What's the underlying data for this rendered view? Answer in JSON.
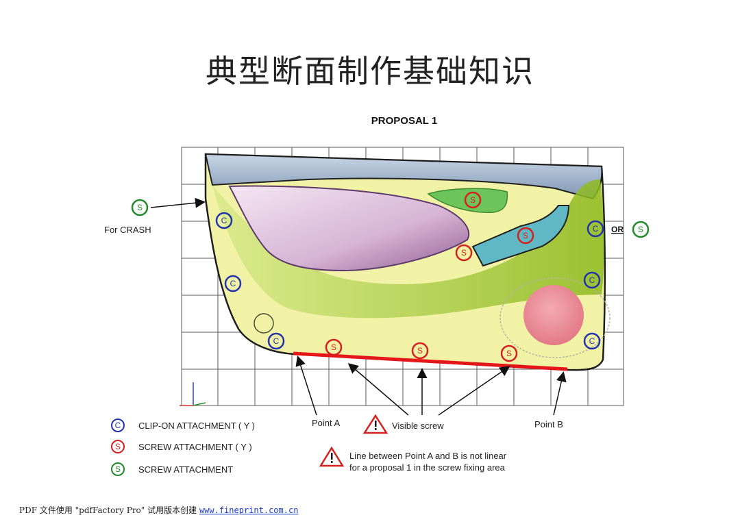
{
  "page": {
    "title": "典型断面制作基础知识",
    "proposal": "PROPOSAL 1"
  },
  "figure": {
    "for_crash": "For CRASH",
    "or_label": "OR",
    "point_a": "Point A",
    "point_b": "Point B",
    "visible_screw": "Visible screw",
    "marker_c": "C",
    "marker_s": "S",
    "colors": {
      "clip_on": "#2233aa",
      "screw_y": "#d62020",
      "screw": "#1f8a2a",
      "line_ab": "#e5161a"
    }
  },
  "legend": [
    {
      "letter": "C",
      "label": "CLIP-ON ATTACHMENT ( Y )",
      "color": "#2233aa"
    },
    {
      "letter": "S",
      "label": "SCREW ATTACHMENT ( Y )",
      "color": "#d62020"
    },
    {
      "letter": "S",
      "label": "SCREW ATTACHMENT",
      "color": "#1f8a2a"
    }
  ],
  "note": {
    "line1": "Line between Point A and B is not linear",
    "line2": "for a proposal 1 in the screw fixing area"
  },
  "footer": {
    "prefix": "PDF 文件使用 \"pdfFactory Pro\" 试用版本创建 ",
    "link": "www.fineprint.com.cn"
  }
}
